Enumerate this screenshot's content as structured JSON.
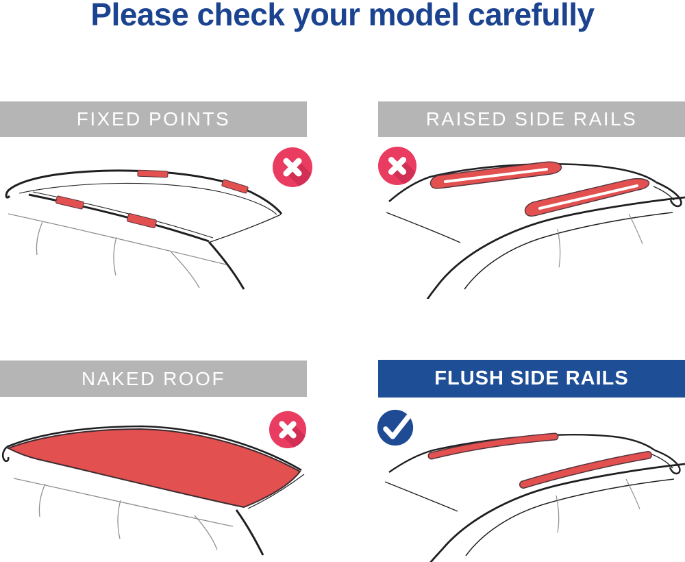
{
  "title": "Please check your model carefully",
  "colors": {
    "title_blue": "#1b4390",
    "bar_gray": "#b5b5b5",
    "bar_blue": "#1e4e96",
    "label_white": "#ffffff",
    "rail_red": "#e25050",
    "cross_pink": "#ea3b60",
    "cross_shadow": "#d12f53",
    "check_blue": "#1e4b94",
    "line_dark": "#1f1f22",
    "line_faint": "#8f8f92"
  },
  "panels": [
    {
      "id": "fixed-points",
      "label": "FIXED POINTS",
      "compatible": false,
      "marker": "cross-icon",
      "header_style": "gray"
    },
    {
      "id": "raised-side-rails",
      "label": "RAISED SIDE RAILS",
      "compatible": false,
      "marker": "cross-icon",
      "header_style": "gray"
    },
    {
      "id": "naked-roof",
      "label": "NAKED ROOF",
      "compatible": false,
      "marker": "cross-icon",
      "header_style": "gray"
    },
    {
      "id": "flush-side-rails",
      "label": "FLUSH SIDE RAILS",
      "compatible": true,
      "marker": "check-icon",
      "header_style": "blue"
    }
  ]
}
